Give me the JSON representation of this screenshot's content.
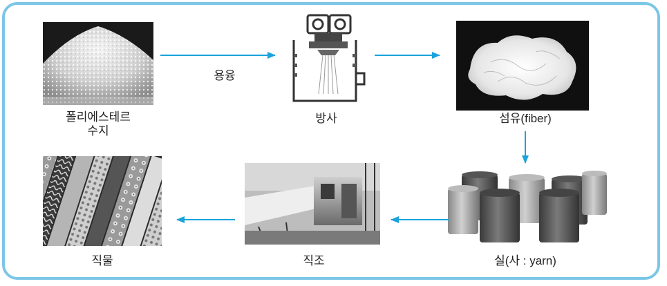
{
  "nodes": {
    "resin": {
      "label_line1": "폴리에스테르",
      "label_line2": "수지"
    },
    "spinning": {
      "label": "방사"
    },
    "fiber": {
      "label": "섬유(fiber)"
    },
    "yarn": {
      "label": "실(사 : yarn)"
    },
    "weaving": {
      "label": "직조"
    },
    "fabric": {
      "label": "직물"
    }
  },
  "edges": {
    "resin_to_spinning": {
      "label": "용융"
    }
  },
  "colors": {
    "border": "#7cc6e6",
    "arrow": "#1aa3dc"
  }
}
